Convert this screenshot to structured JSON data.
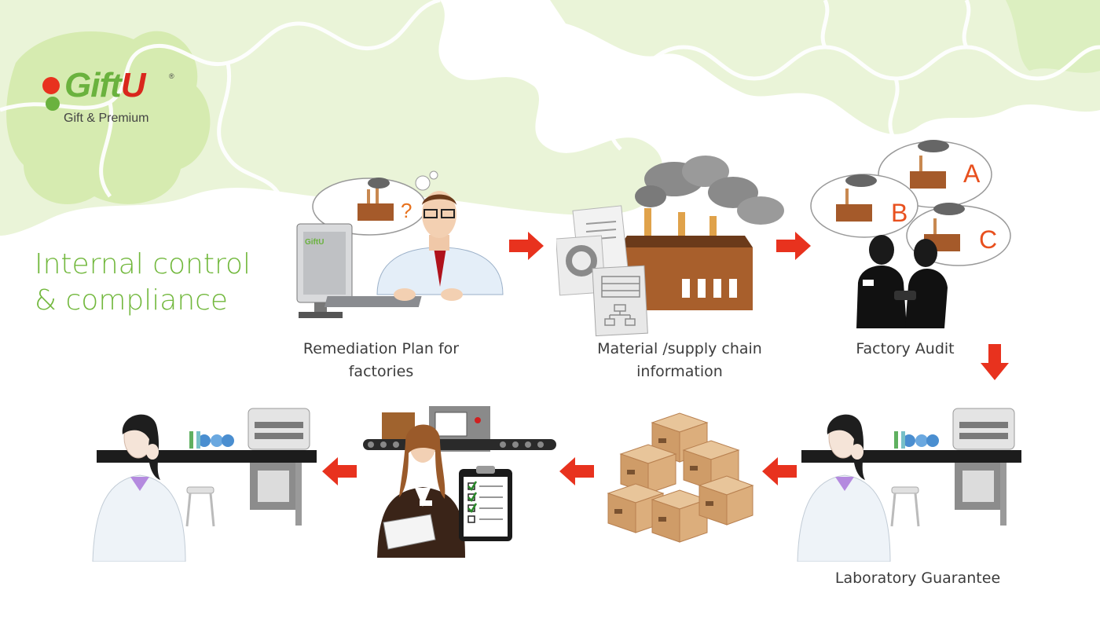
{
  "logo": {
    "brand": "Gift",
    "brand_accent": "U",
    "sub": "Gift & Premium",
    "reg": "®"
  },
  "title": {
    "line1": "Internal control",
    "line2": "& compliance"
  },
  "steps": [
    {
      "caption_l1": "Remediation Plan for",
      "caption_l2": "factories"
    },
    {
      "caption_l1": "Material /supply chain",
      "caption_l2": "information"
    },
    {
      "caption_l1": "Factory Audit"
    },
    {
      "caption_l1": "Laboratory Guarantee"
    }
  ],
  "illustration_text": {
    "question_mark": "?",
    "label_a": "A",
    "label_b": "B",
    "label_c": "C",
    "monitor_logo": "GiftU"
  },
  "colors": {
    "brand_green": "#72b83d",
    "accent_red": "#e8321e",
    "puzzle_green": "#e6f2cf"
  }
}
